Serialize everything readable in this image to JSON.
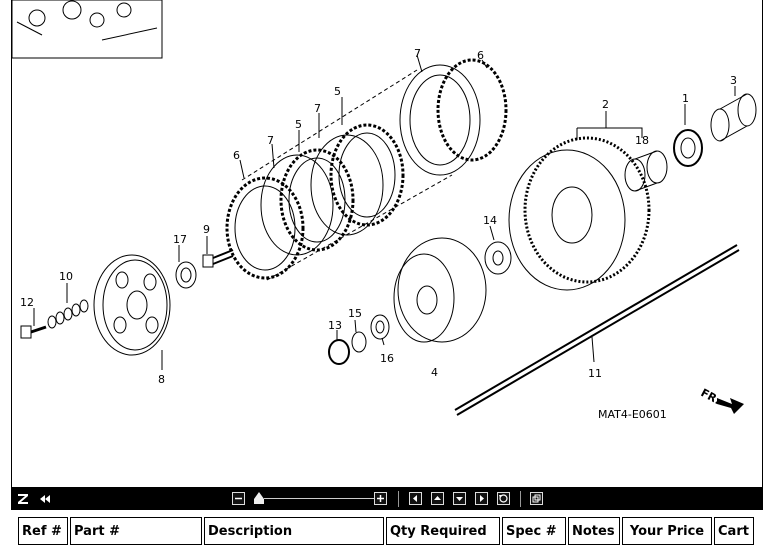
{
  "diagram": {
    "code": "MAT4-E0601",
    "direction_label": "FR.",
    "ref_labels": {
      "r1": "1",
      "r2": "2",
      "r3": "3",
      "r4": "4",
      "r5a": "5",
      "r5b": "5",
      "r6a": "6",
      "r6b": "6",
      "r7a": "7",
      "r7b": "7",
      "r7c": "7",
      "r8": "8",
      "r9": "9",
      "r10": "10",
      "r11": "11",
      "r12": "12",
      "r13": "13",
      "r14": "14",
      "r15": "15",
      "r16": "16",
      "r17": "17",
      "r18": "18"
    }
  },
  "toolbar": {
    "icons": [
      "logo-icon",
      "rewind-icon",
      "zoom-out-icon",
      "zoom-slider",
      "zoom-in-icon",
      "pan-left-icon",
      "pan-up-icon",
      "pan-down-icon",
      "pan-right-icon",
      "reset-icon",
      "new-window-icon"
    ]
  },
  "table": {
    "headers": {
      "ref": "Ref #",
      "part": "Part #",
      "description": "Description",
      "qty": "Qty Required",
      "spec": "Spec #",
      "notes": "Notes",
      "price": "Your Price",
      "cart": "Cart"
    }
  }
}
